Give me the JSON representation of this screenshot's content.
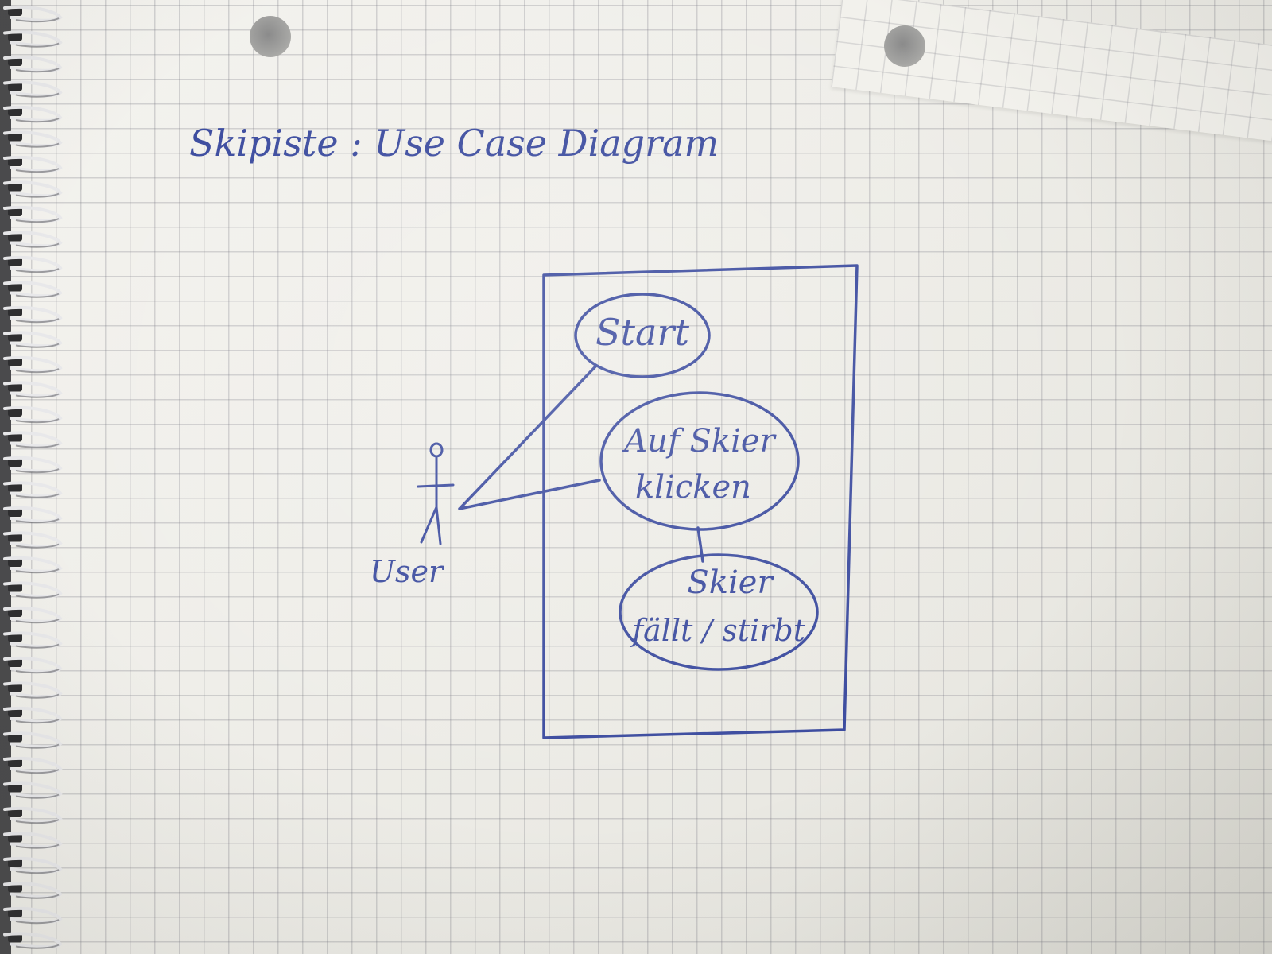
{
  "title": "Skipiste : Use Case Diagram",
  "actor": {
    "label": "User"
  },
  "use_cases": [
    {
      "lines": [
        "Start"
      ]
    },
    {
      "lines": [
        "Auf Skier",
        "klicken"
      ]
    },
    {
      "lines": [
        "Skier",
        "fällt / stirbt"
      ]
    }
  ],
  "ink_color": "#3a4a9e"
}
